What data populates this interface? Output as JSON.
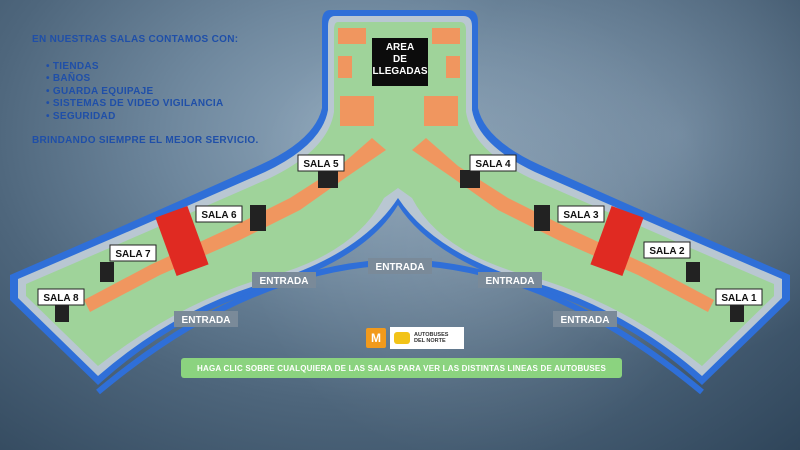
{
  "info": {
    "intro": "EN NUESTRAS SALAS CONTAMOS CON:",
    "items": [
      "TIENDAS",
      "BAÑOS",
      "GUARDA EQUIPAJE",
      "SISTEMAS DE VIDEO VIGILANCIA",
      "SEGURIDAD"
    ],
    "closing": "BRINDANDO SIEMPRE EL MEJOR SERVICIO."
  },
  "map": {
    "arrivals_lines": [
      "AREA",
      "DE",
      "LLEGADAS"
    ],
    "salas": [
      "SALA 1",
      "SALA 2",
      "SALA 3",
      "SALA 4",
      "SALA 5",
      "SALA 6",
      "SALA 7",
      "SALA 8"
    ],
    "entrada": "ENTRADA"
  },
  "logos": {
    "metro": "M",
    "company_line1": "AUTOBUSES",
    "company_line2": "DEL NORTE"
  },
  "cta": "HAGA CLIC SOBRE CUALQUIERA DE LAS SALAS PARA VER LAS DISTINTAS LINEAS DE AUTOBUSES",
  "colors": {
    "outline_blue": "#2f6fd8",
    "floor_green": "#9fd39a",
    "orange": "#f0965f",
    "red": "#e02a22",
    "label_bg": "#ffffff",
    "entrada_bg": "#7a8a99",
    "cta_bg": "#8bd37f"
  }
}
